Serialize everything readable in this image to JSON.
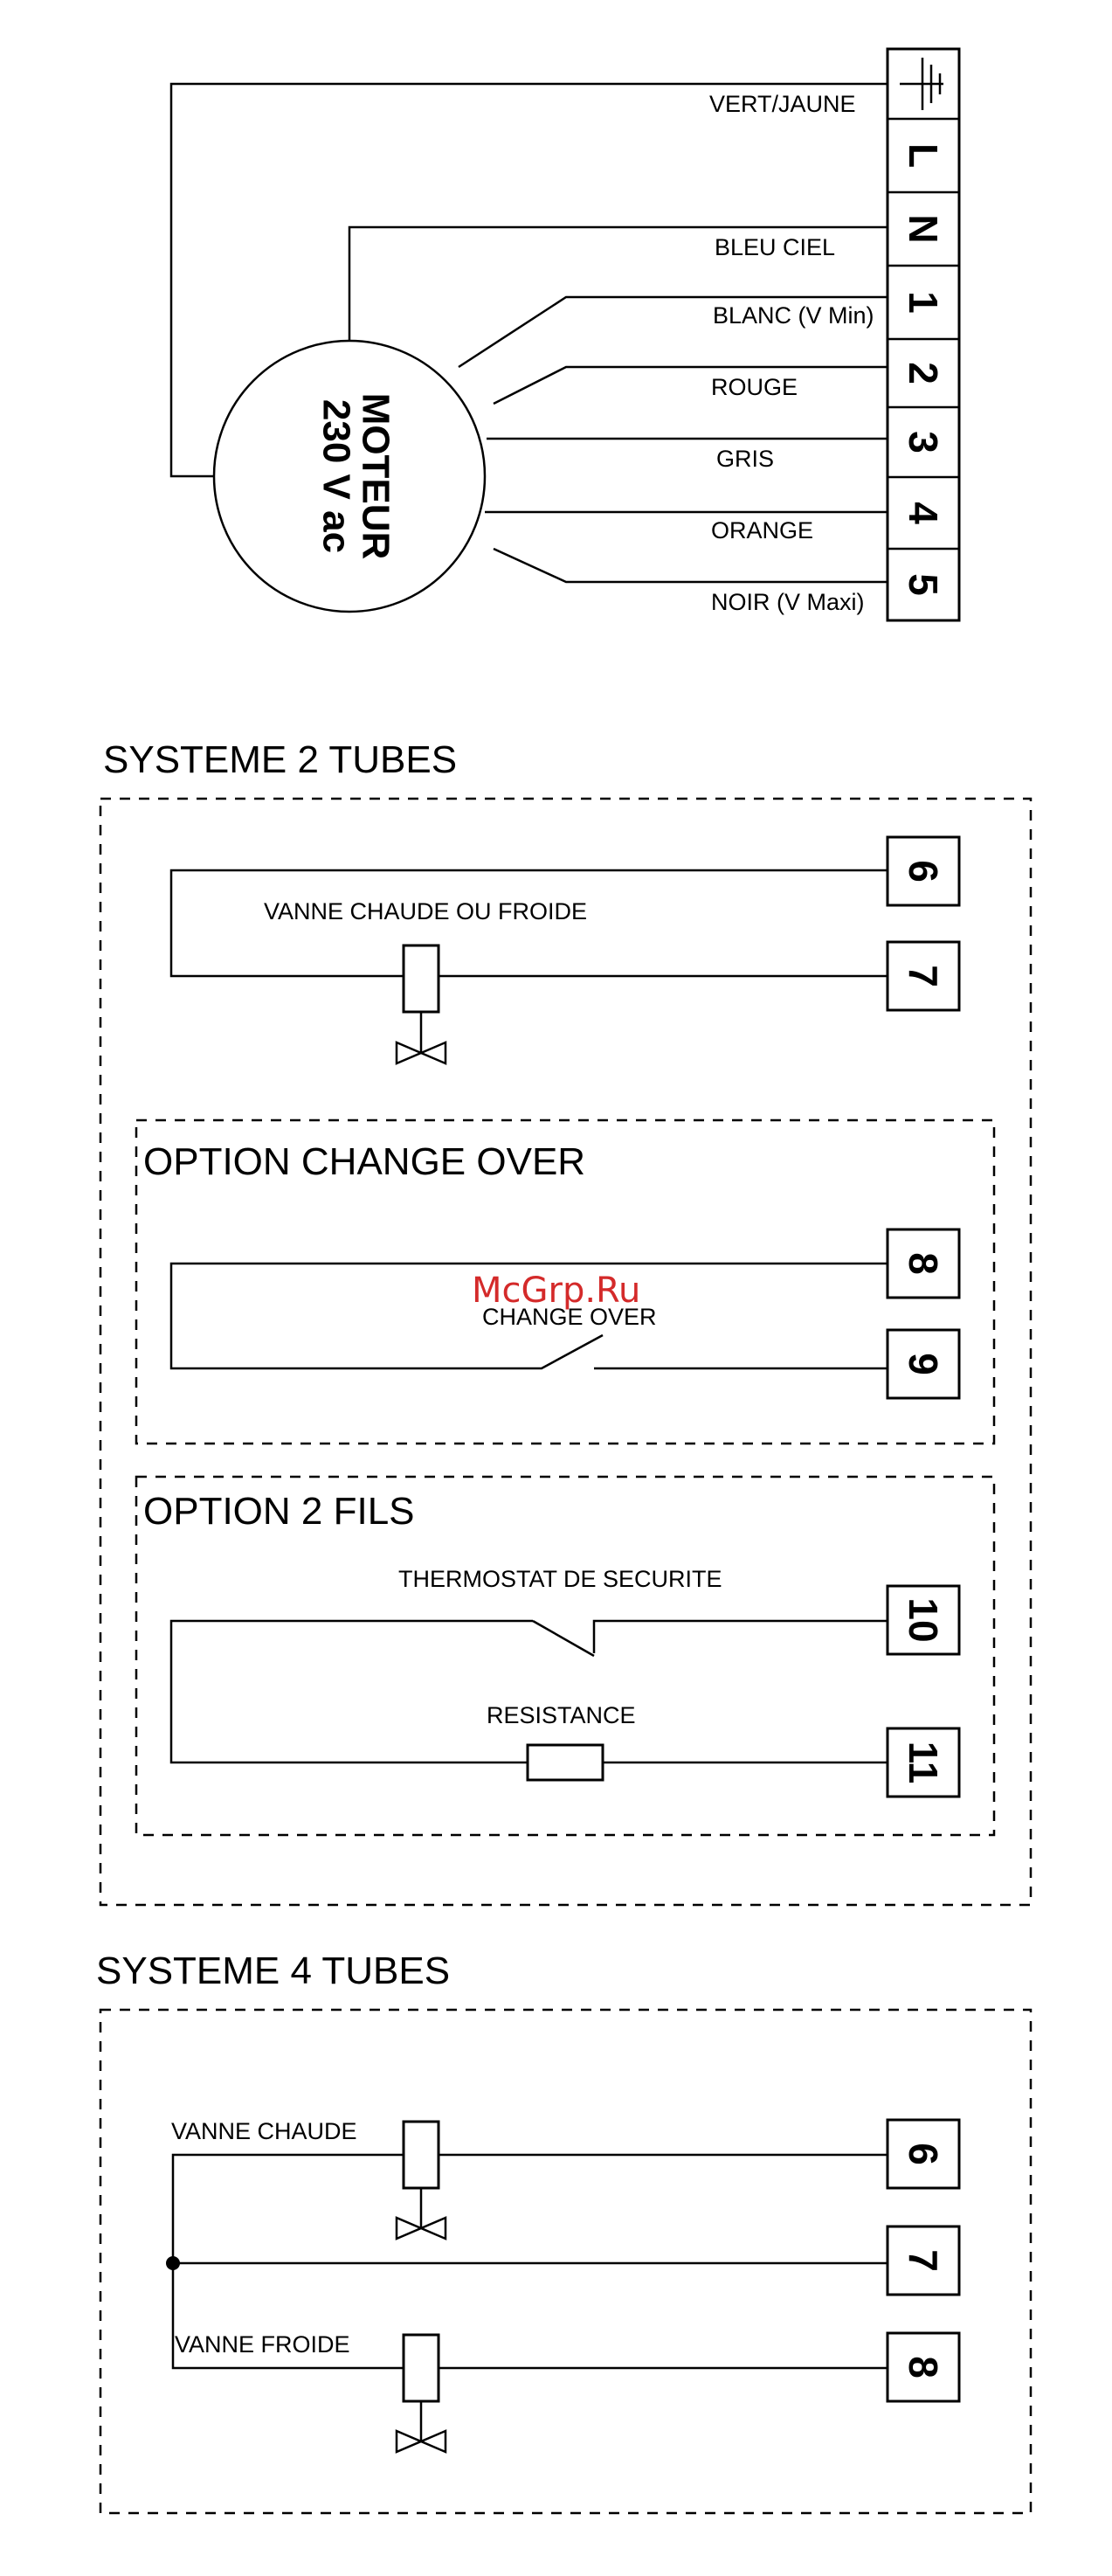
{
  "motor": {
    "line1": "MOTEUR",
    "line2": "230 V ac",
    "wires": [
      "VERT/JAUNE",
      "BLEU CIEL",
      "BLANC (V Min)",
      "ROUGE",
      "GRIS",
      "ORANGE",
      "NOIR (V Maxi)"
    ],
    "terminals": [
      "L",
      "N",
      "1",
      "2",
      "3",
      "4",
      "5"
    ]
  },
  "system2": {
    "title": "SYSTEME 2 TUBES",
    "valve_label": "VANNE CHAUDE OU FROIDE",
    "terminals": [
      "6",
      "7"
    ],
    "change_over": {
      "title": "OPTION CHANGE OVER",
      "switch_label": "CHANGE OVER",
      "terminals": [
        "8",
        "9"
      ]
    },
    "two_wire": {
      "title": "OPTION 2 FILS",
      "thermostat_label": "THERMOSTAT DE SECURITE",
      "resistance_label": "RESISTANCE",
      "terminals": [
        "10",
        "11"
      ]
    }
  },
  "system4": {
    "title": "SYSTEME 4 TUBES",
    "hot_valve_label": "VANNE CHAUDE",
    "cold_valve_label": "VANNE FROIDE",
    "terminals": [
      "6",
      "7",
      "8"
    ]
  },
  "watermark": "McGrp.Ru"
}
